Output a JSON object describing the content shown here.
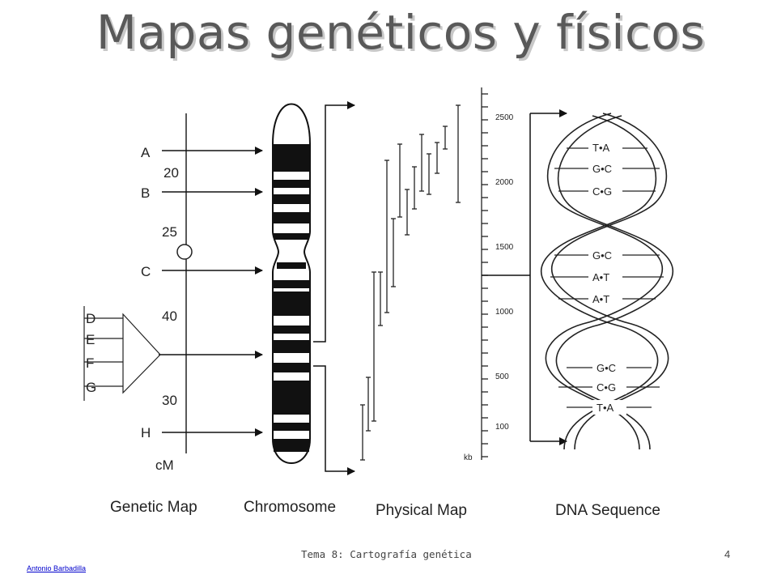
{
  "slide": {
    "title": "Mapas genéticos y físicos",
    "footer_center": "Tema 8: Cartografía genética",
    "page_number": "4",
    "author_link": "Antonio Barbadilla"
  },
  "genetic_map": {
    "caption": "Genetic Map",
    "unit": "cM",
    "loci": [
      "A",
      "B",
      "C",
      "D",
      "E",
      "F",
      "G",
      "H"
    ],
    "distances": [
      "20",
      "25",
      "40",
      "30"
    ]
  },
  "chromosome": {
    "caption": "Chromosome"
  },
  "physical_map": {
    "caption": "Physical Map",
    "unit": "kb",
    "ticks": [
      "2500",
      "2000",
      "1500",
      "1000",
      "500",
      "100"
    ]
  },
  "dna_sequence": {
    "caption": "DNA Sequence",
    "base_pairs": [
      "T•A",
      "G•C",
      "C•G",
      "G•C",
      "A•T",
      "A•T",
      "G•C",
      "C•G",
      "T•A"
    ]
  },
  "colors": {
    "title": "#595959",
    "line": "#222222",
    "link": "#0000cc"
  }
}
